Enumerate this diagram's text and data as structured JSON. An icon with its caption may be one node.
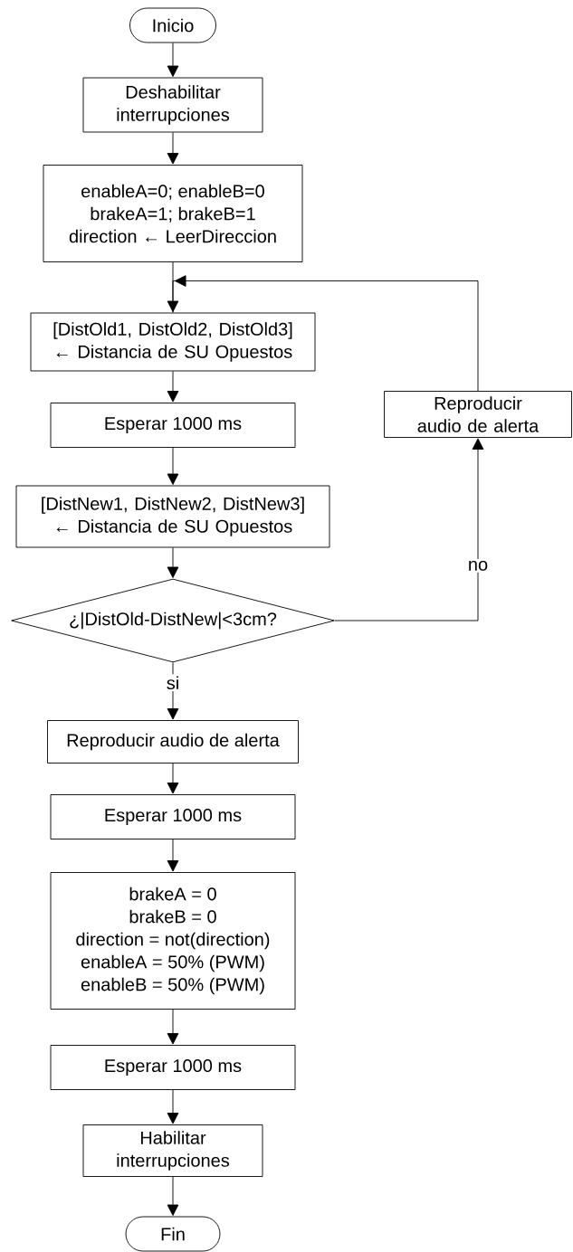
{
  "diagram": {
    "nodes": [
      {
        "text": [
          "Inicio"
        ]
      },
      {
        "text": [
          "Deshabilitar interrupciones"
        ]
      },
      {
        "text": [
          "enableA=0; enableB=0",
          "brakeA=1; brakeB=1",
          "direction ← LeerDireccion"
        ]
      },
      {
        "text": [
          "[DistOld1, DistOld2, DistOld3] ← Distancia de SU Opuestos"
        ]
      },
      {
        "text": [
          "Reproducir audio de alerta"
        ]
      },
      {
        "text": [
          "Esperar 1000 ms"
        ]
      },
      {
        "text": [
          "[DistNew1, DistNew2, DistNew3] ← Distancia de SU Opuestos"
        ]
      },
      {
        "text": [
          "¿|DistOld-DistNew|<3cm?"
        ]
      },
      {
        "text": [
          "Reproducir audio de alerta"
        ]
      },
      {
        "text": [
          "Esperar 1000 ms"
        ]
      },
      {
        "text": [
          "brakeA = 0",
          "brakeB = 0",
          "direction = not(direction)",
          "enableA = 50% (PWM)",
          "enableB = 50% (PWM)"
        ]
      },
      {
        "text": [
          "Esperar 1000 ms"
        ]
      },
      {
        "text": [
          "Habilitar interrupciones"
        ]
      },
      {
        "text": [
          "Fin"
        ]
      }
    ],
    "edges": [
      {
        "from": 0,
        "to": 1,
        "arrow": "to"
      },
      {
        "from": 1,
        "to": 2,
        "arrow": "to"
      },
      {
        "from": 2,
        "to": 3,
        "arrow": "to"
      },
      {
        "from": 3,
        "to": 5,
        "arrow": "to"
      },
      {
        "from": 5,
        "to": 6,
        "arrow": "to"
      },
      {
        "from": 6,
        "to": 7,
        "arrow": "to"
      },
      {
        "from": 7,
        "to": 8,
        "arrow": "to",
        "label": "si"
      },
      {
        "from": 7,
        "to": 4,
        "arrow": "to",
        "label": "no"
      },
      {
        "from": 4,
        "to": 3,
        "arrow": "to"
      },
      {
        "from": 8,
        "to": 9,
        "arrow": "to"
      },
      {
        "from": 9,
        "to": 10,
        "arrow": "to"
      },
      {
        "from": 10,
        "to": 11,
        "arrow": "to"
      },
      {
        "from": 11,
        "to": 12,
        "arrow": "to"
      },
      {
        "from": 12,
        "to": 13,
        "arrow": "to"
      }
    ]
  }
}
